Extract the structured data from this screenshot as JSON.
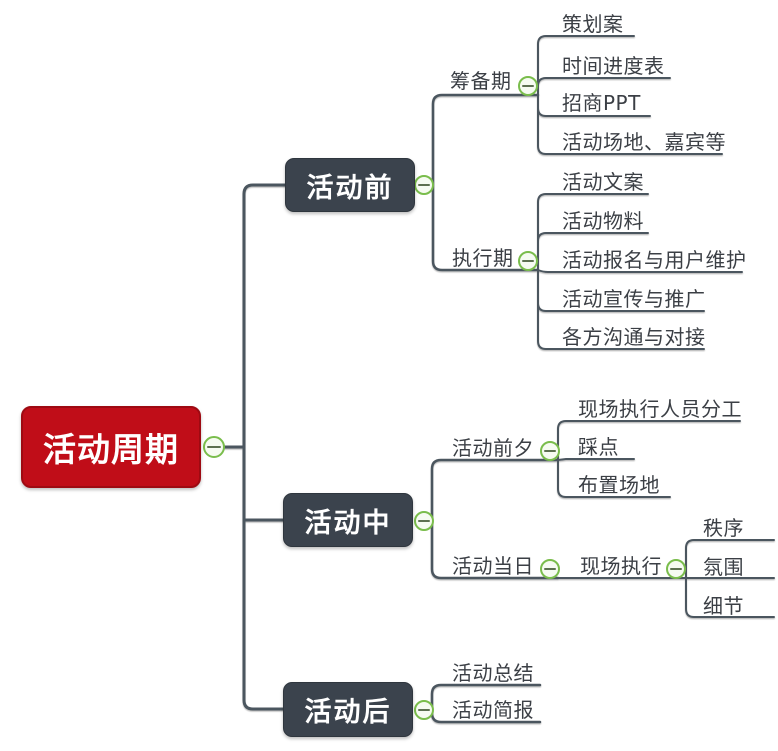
{
  "mindmap": {
    "root": {
      "label": "活动周期"
    },
    "branches": [
      {
        "label": "活动前",
        "children": [
          {
            "label": "筹备期",
            "children": [
              {
                "label": "策划案"
              },
              {
                "label": "时间进度表"
              },
              {
                "label": "招商PPT"
              },
              {
                "label": "活动场地、嘉宾等"
              }
            ]
          },
          {
            "label": "执行期",
            "children": [
              {
                "label": "活动文案"
              },
              {
                "label": "活动物料"
              },
              {
                "label": "活动报名与用户维护"
              },
              {
                "label": "活动宣传与推广"
              },
              {
                "label": "各方沟通与对接"
              }
            ]
          }
        ]
      },
      {
        "label": "活动中",
        "children": [
          {
            "label": "活动前夕",
            "children": [
              {
                "label": "现场执行人员分工"
              },
              {
                "label": "踩点"
              },
              {
                "label": "布置场地"
              }
            ]
          },
          {
            "label": "活动当日",
            "children": [
              {
                "label": "现场执行",
                "children": [
                  {
                    "label": "秩序"
                  },
                  {
                    "label": "氛围"
                  },
                  {
                    "label": "细节"
                  }
                ]
              }
            ]
          }
        ]
      },
      {
        "label": "活动后",
        "children": [
          {
            "label": "活动总结"
          },
          {
            "label": "活动简报"
          }
        ]
      }
    ]
  },
  "icons": {
    "collapse": "minus-circle"
  },
  "colors": {
    "root_fill": "#C00D18",
    "root_border": "#9E0A12",
    "branch_fill": "#3B434D",
    "branch_border": "#2F363E",
    "line": "#4C565E",
    "text": "#3B3F45",
    "text_white": "#FFFFFF",
    "collapse_ring": "#7ABD4C",
    "collapse_fill": "#F6FBF1",
    "collapse_minus": "#5D7050"
  }
}
